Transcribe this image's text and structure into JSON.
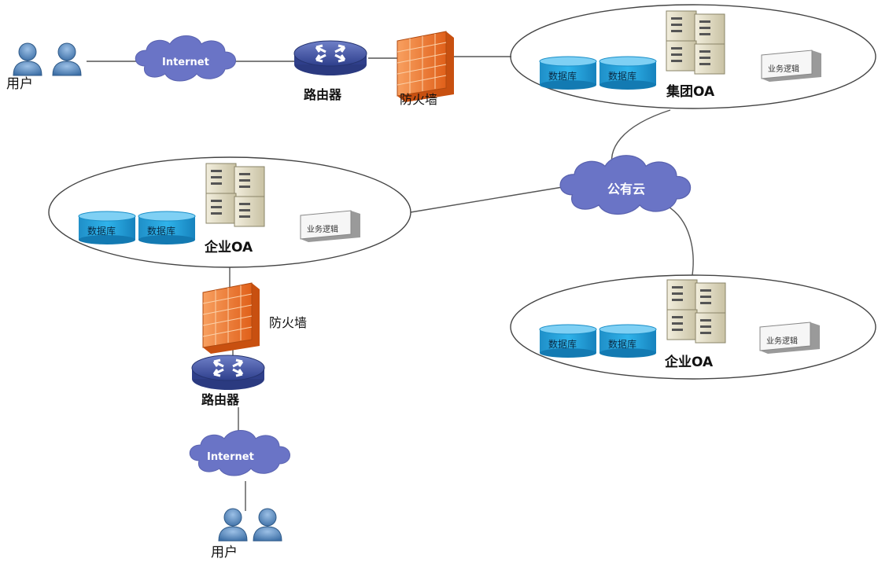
{
  "labels": {
    "user": "用户",
    "internet": "Internet",
    "router": "路由器",
    "firewall": "防火墙",
    "public_cloud": "公有云",
    "database": "数据库",
    "business_logic": "业务逻辑",
    "group_oa": "集团OA",
    "enterprise_oa": "企业OA"
  },
  "colors": {
    "cloud": "#6a74c6",
    "router": "#3d4f9e",
    "firewall": "#f07a2c",
    "database": "#1a9bd7",
    "line": "#555555",
    "server": "#e9e4cf"
  }
}
